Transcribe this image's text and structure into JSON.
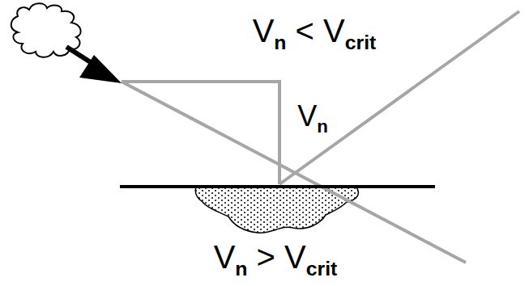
{
  "diagram": {
    "labels": [
      "Vn < Vcrit",
      "Vn",
      "Vn > Vcrit"
    ]
  }
}
